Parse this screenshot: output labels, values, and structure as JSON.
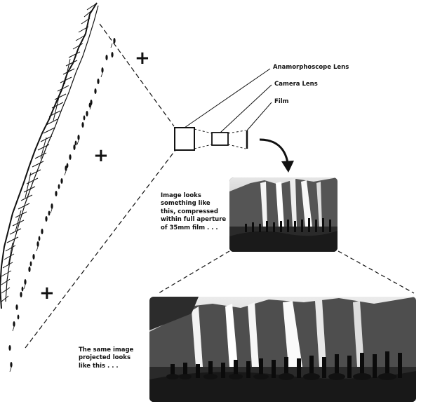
{
  "labels": {
    "anamorphoscope_lens": "Anamorphoscope Lens",
    "camera_lens": "Camera Lens",
    "film": "Film",
    "compressed_caption": "Image looks\nsomething like\nthis, compressed\nwithin full aperture\nof 35mm film . . .",
    "projected_caption": "The same image\nprojected looks\nlike this . . ."
  },
  "markers": {
    "plus_symbol": "+"
  }
}
